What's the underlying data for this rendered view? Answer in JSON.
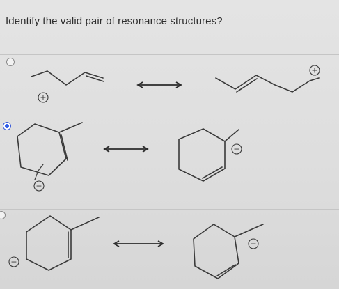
{
  "question": {
    "text": "Identify the valid pair of resonance structures?"
  },
  "options": [
    {
      "id": "a",
      "selected": false,
      "left_charge": "+",
      "right_charge": "+"
    },
    {
      "id": "b",
      "selected": true,
      "left_charge": "−",
      "right_charge": "−"
    },
    {
      "id": "c",
      "selected": false,
      "left_charge": "−",
      "right_charge": "−"
    }
  ],
  "colors": {
    "radio_selected": "#2f5be8",
    "ink": "#3a3a3a",
    "background": "#e0e0e0"
  }
}
